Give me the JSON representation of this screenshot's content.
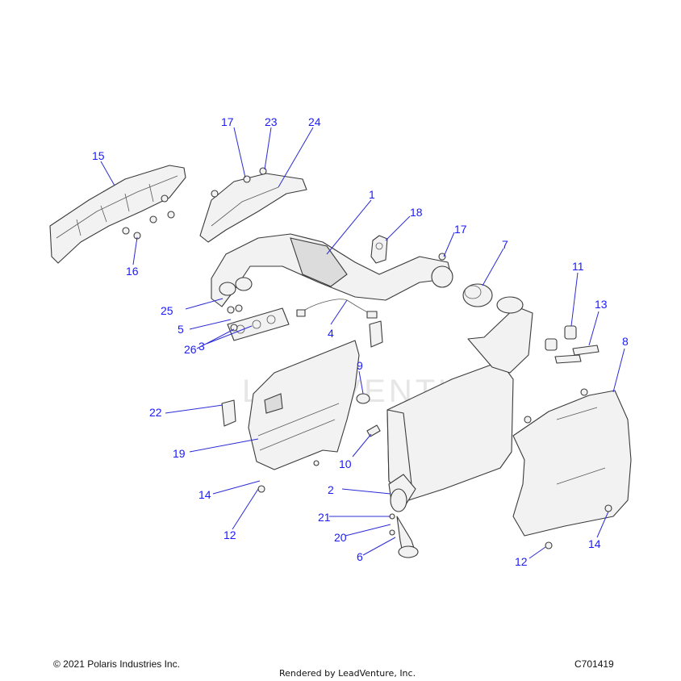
{
  "watermark": "LEADVENTURE",
  "callouts": [
    "1",
    "2",
    "3",
    "4",
    "5",
    "6",
    "7",
    "8",
    "9",
    "10",
    "11",
    "12",
    "12",
    "13",
    "14",
    "14",
    "15",
    "16",
    "17",
    "17",
    "18",
    "19",
    "20",
    "21",
    "22",
    "23",
    "24",
    "25",
    "26"
  ],
  "footer": {
    "copyright": "© 2021 Polaris Industries Inc.",
    "rendered_by": "Rendered by LeadVenture, Inc.",
    "drawing_id": "C701419"
  }
}
